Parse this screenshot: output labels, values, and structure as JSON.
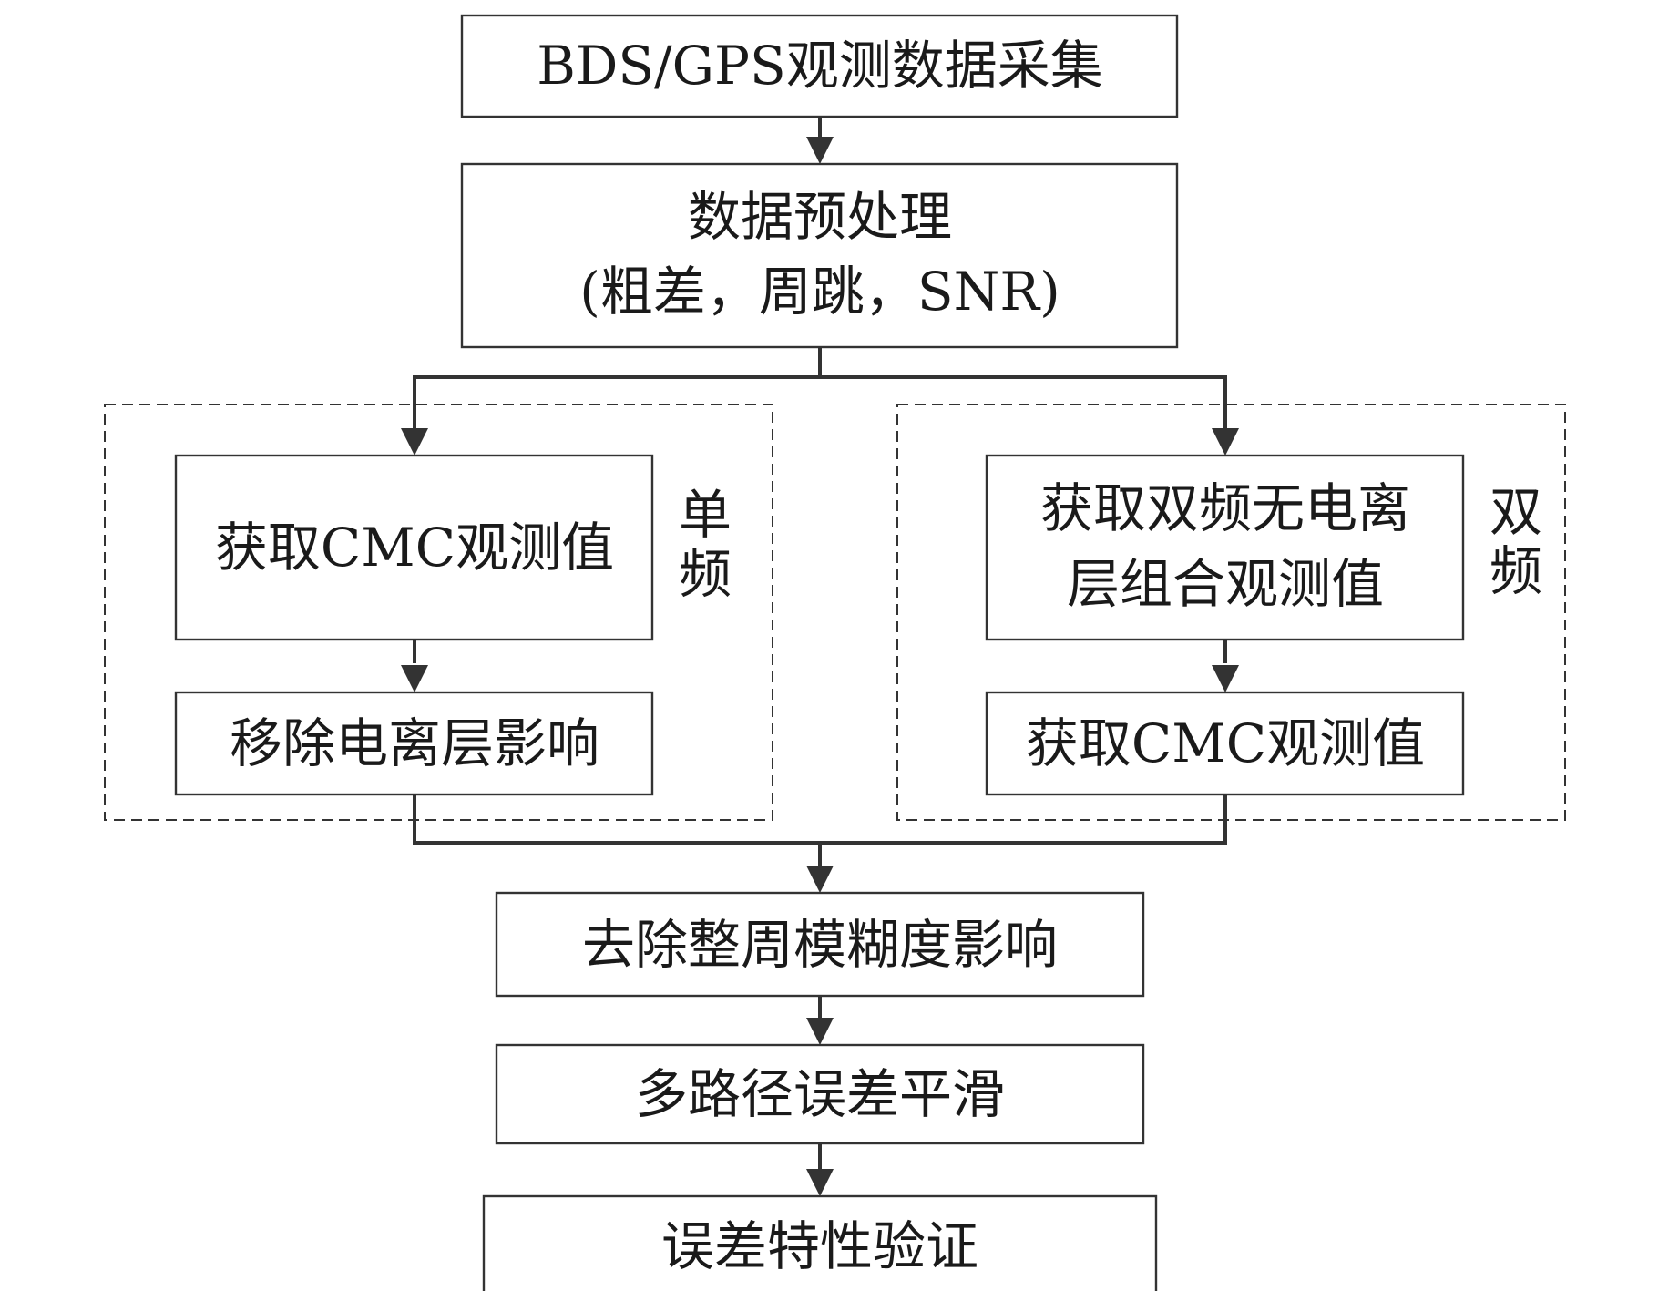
{
  "nodes": {
    "collect": "BDS/GPS观测数据采集",
    "preprocess_line1": "数据预处理",
    "preprocess_line2": "(粗差，周跳，SNR)",
    "single_cmc": "获取CMC观测值",
    "single_iono": "移除电离层影响",
    "dual_if_line1": "获取双频无电离",
    "dual_if_line2": "层组合观测值",
    "dual_cmc": "获取CMC观测值",
    "ambiguity": "去除整周模糊度影响",
    "smoothing": "多路径误差平滑",
    "verify": "误差特性验证"
  },
  "groups": {
    "single_line1": "单",
    "single_line2": "频",
    "dual_line1": "双",
    "dual_line2": "频"
  }
}
